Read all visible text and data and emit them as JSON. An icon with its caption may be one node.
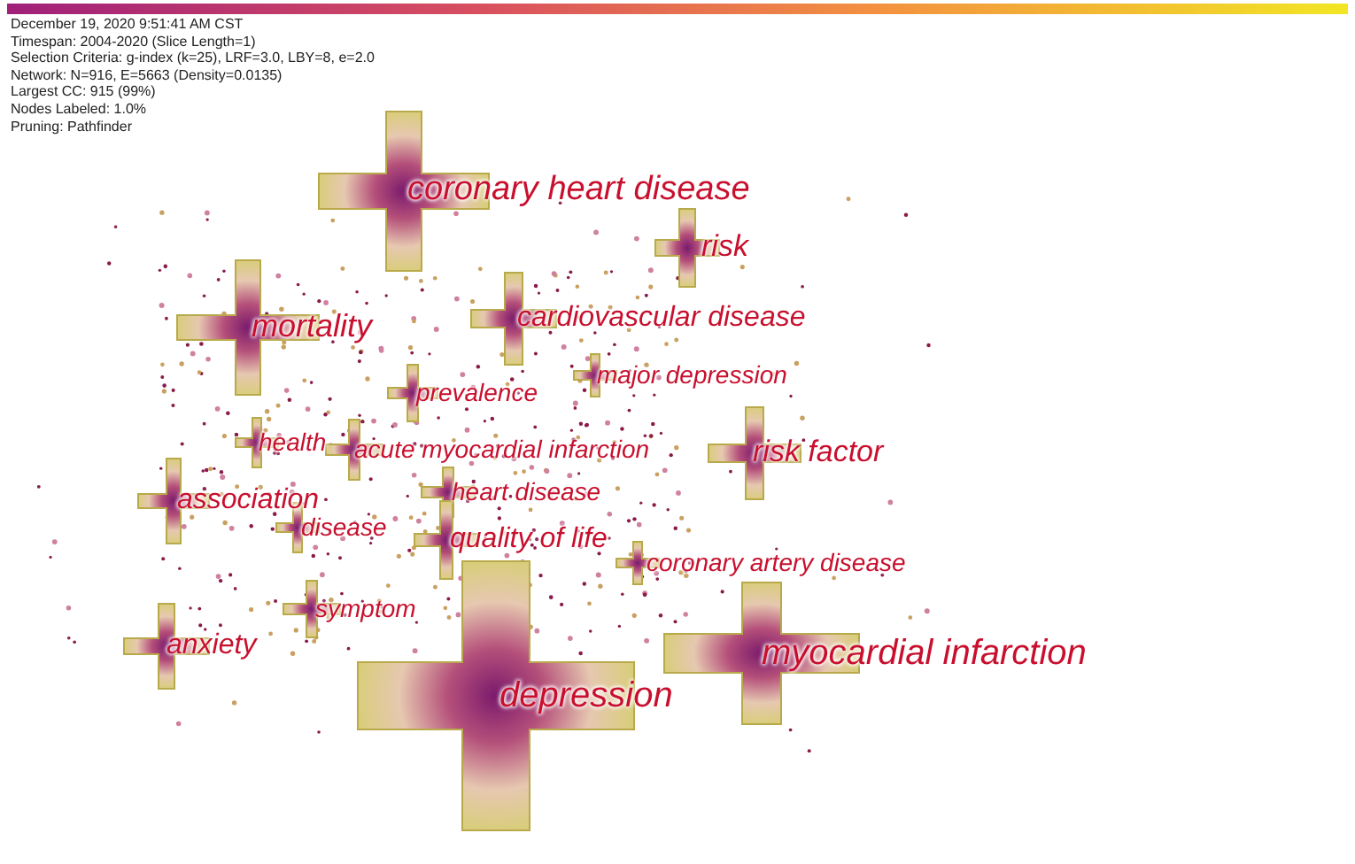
{
  "diagram": {
    "nodes": [
      {
        "text": [
          "coronary heart disease"
        ]
      },
      {
        "text": [
          "risk"
        ]
      },
      {
        "text": [
          "cardiovascular disease"
        ]
      },
      {
        "text": [
          "mortality"
        ]
      },
      {
        "text": [
          "major depression"
        ]
      },
      {
        "text": [
          "prevalence"
        ]
      },
      {
        "text": [
          "health"
        ]
      },
      {
        "text": [
          "acute myocardial infarction"
        ]
      },
      {
        "text": [
          "risk factor"
        ]
      },
      {
        "text": [
          "heart disease"
        ]
      },
      {
        "text": [
          "association"
        ]
      },
      {
        "text": [
          "disease"
        ]
      },
      {
        "text": [
          "quality of life"
        ]
      },
      {
        "text": [
          "coronary artery disease"
        ]
      },
      {
        "text": [
          "symptom"
        ]
      },
      {
        "text": [
          "anxiety"
        ]
      },
      {
        "text": [
          "myocardial infarction"
        ]
      },
      {
        "text": [
          "depression"
        ]
      }
    ],
    "labels": [
      "December 19, 2020 9:51:41 AM CST",
      "Timespan: 2004-2020 (Slice Length=1)",
      "Selection Criteria: g-index (k=25), LRF=3.0, LBY=8, e=2.0",
      "Network: N=916, E=5663 (Density=0.0135)",
      "Largest CC: 915 (99%)",
      "Nodes Labeled: 1.0%",
      "Pruning: Pathfinder"
    ]
  }
}
